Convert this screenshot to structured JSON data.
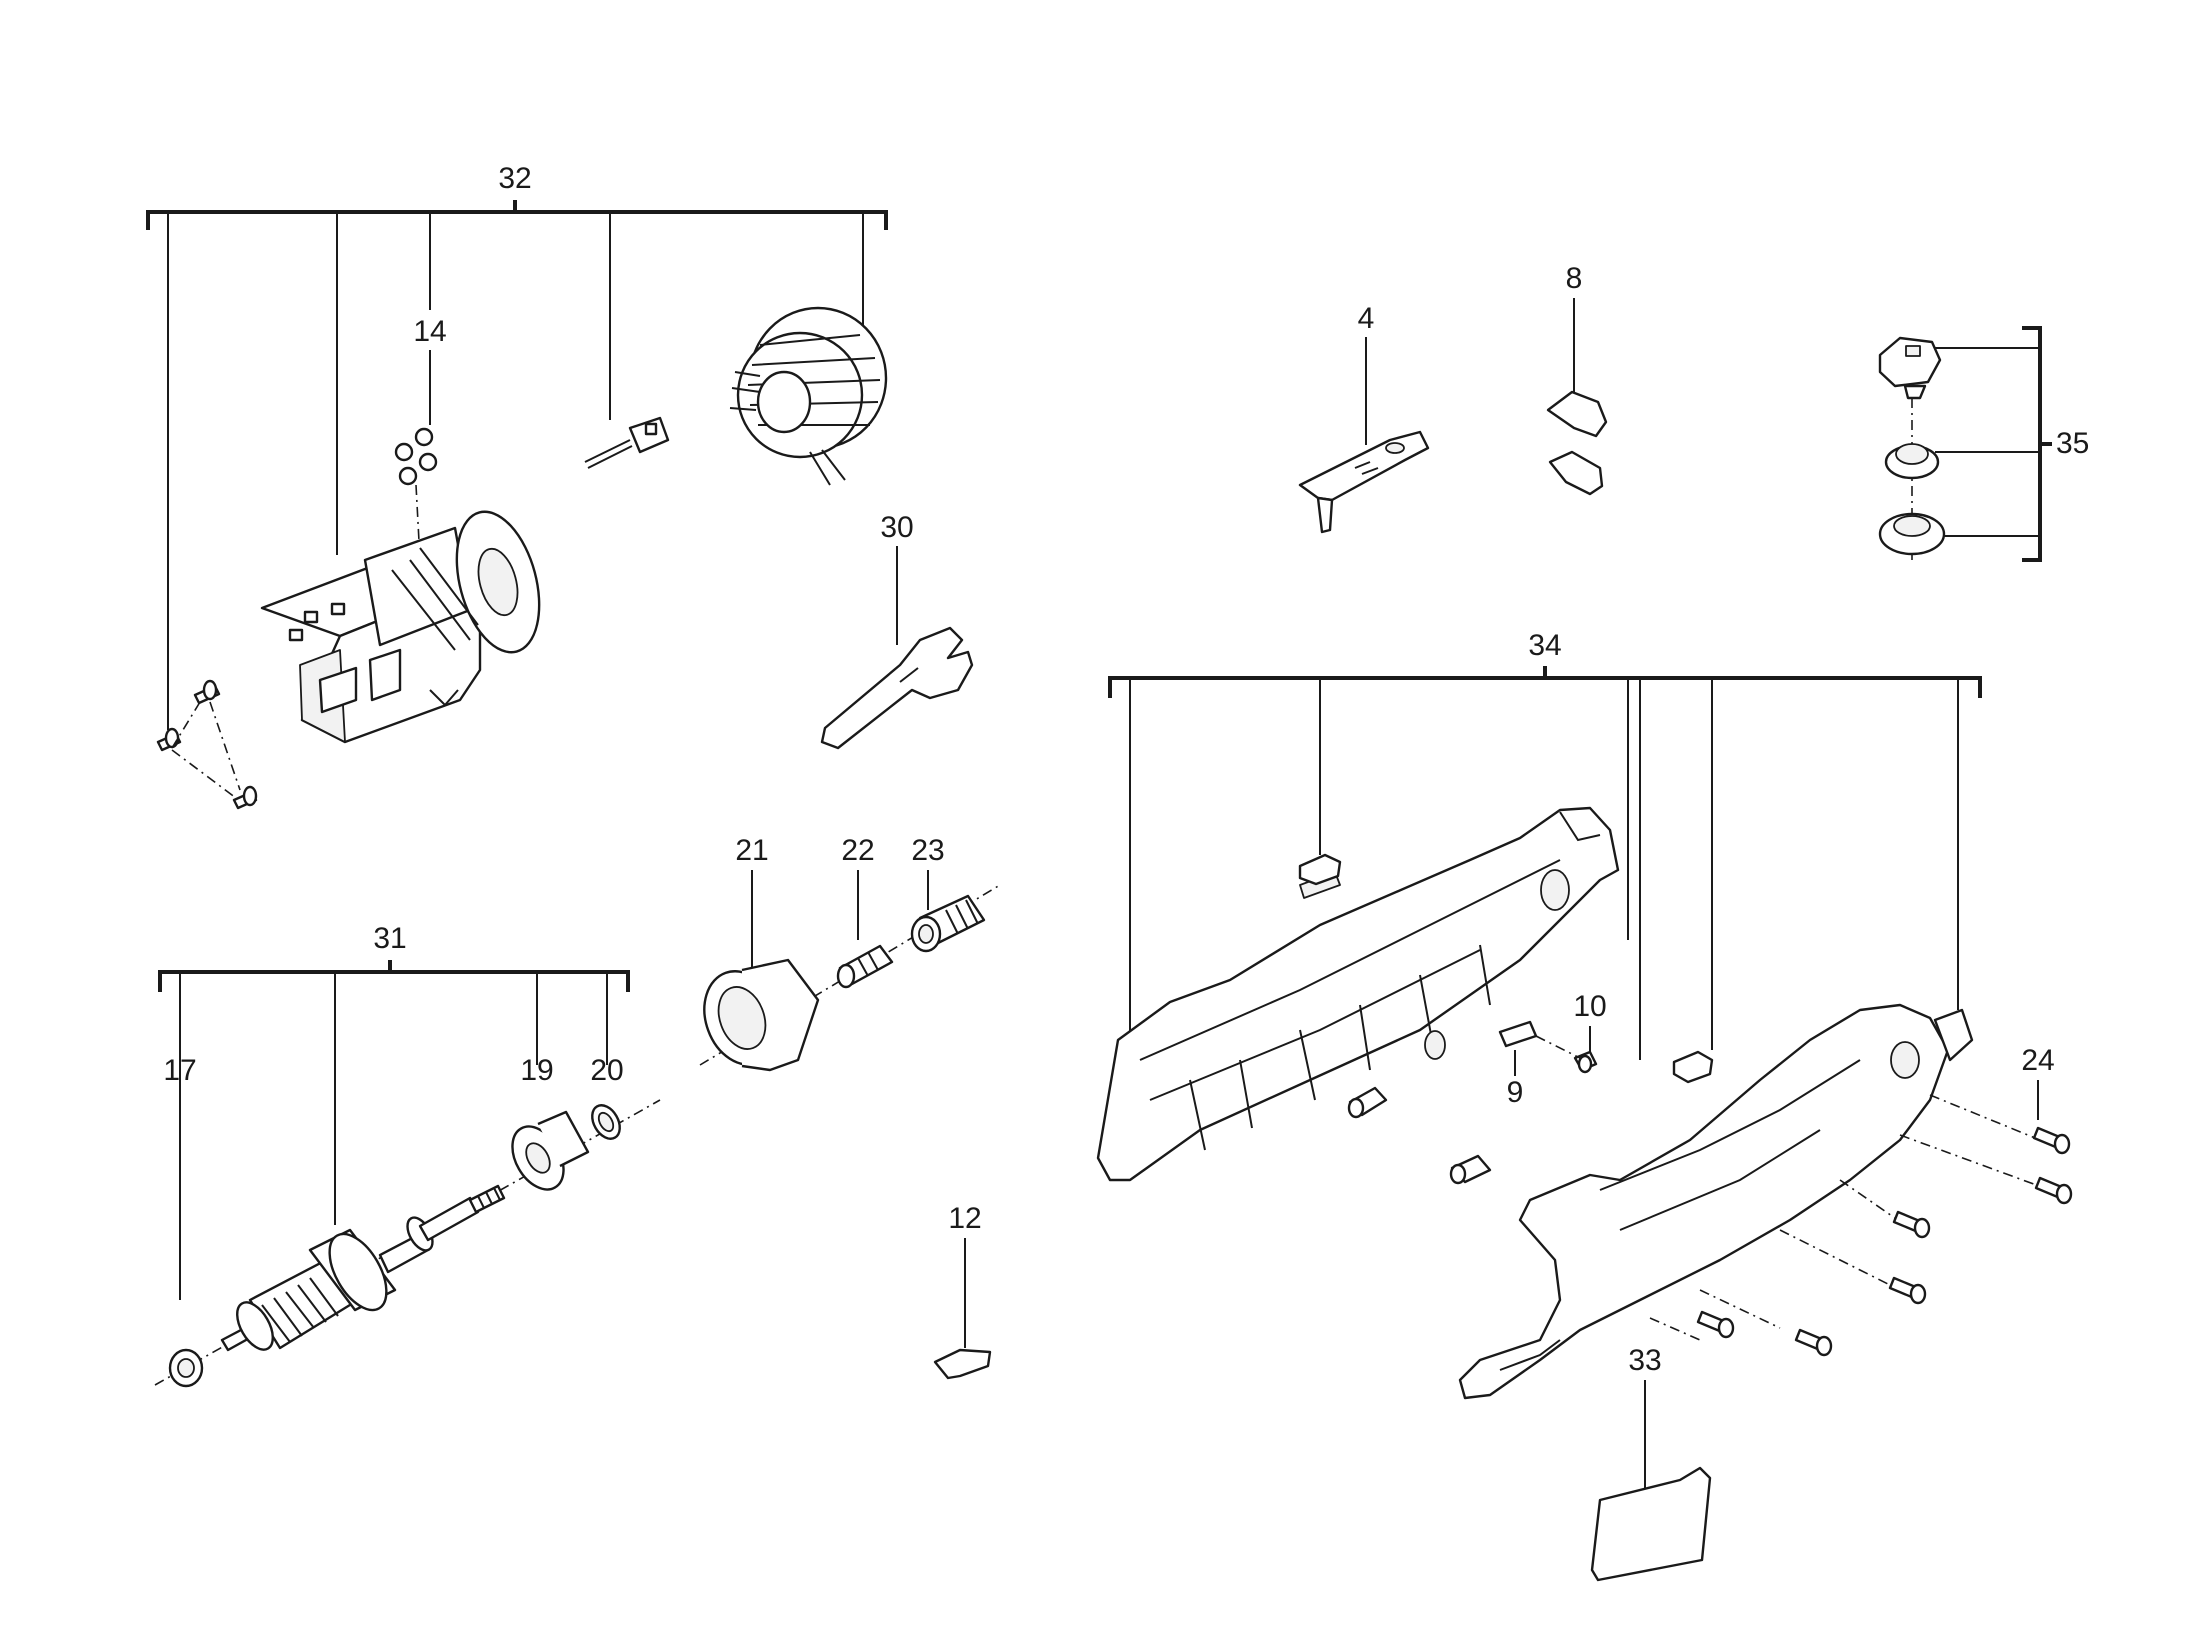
{
  "callouts": {
    "c32": "32",
    "c14": "14",
    "c30": "30",
    "c4": "4",
    "c8": "8",
    "c35": "35",
    "c34": "34",
    "c31": "31",
    "c17": "17",
    "c19": "19",
    "c20": "20",
    "c21": "21",
    "c22": "22",
    "c23": "23",
    "c10": "10",
    "c9": "9",
    "c24": "24",
    "c12": "12",
    "c33": "33"
  }
}
